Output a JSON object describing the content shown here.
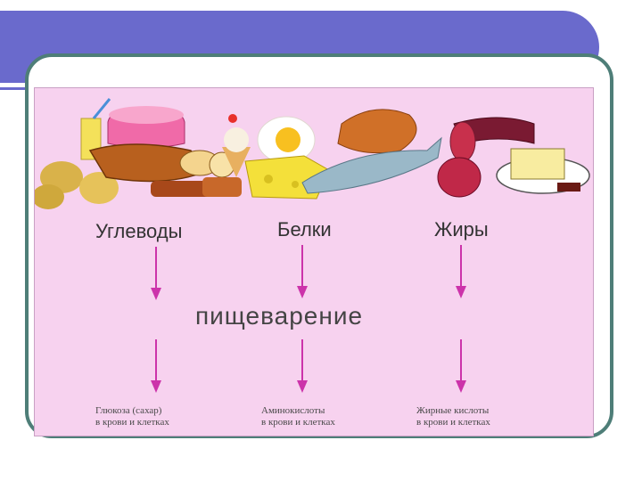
{
  "slide": {
    "title": ""
  },
  "diagram": {
    "nutrients": [
      {
        "name": "Углеводы",
        "result_line1": "Глюкоза (сахар)",
        "result_line2": "в крови и клетках"
      },
      {
        "name": "Белки",
        "result_line1": "Аминокислоты",
        "result_line2": "в крови и клетках"
      },
      {
        "name": "Жиры",
        "result_line1": "Жирные кислоты",
        "result_line2": "в крови и клетках"
      }
    ],
    "process_label": "пищеварение",
    "colors": {
      "title_bar": "#6a6acc",
      "frame": "#4e7e78",
      "panel": "#f7d2ef",
      "arrow": "#cc33aa"
    }
  }
}
